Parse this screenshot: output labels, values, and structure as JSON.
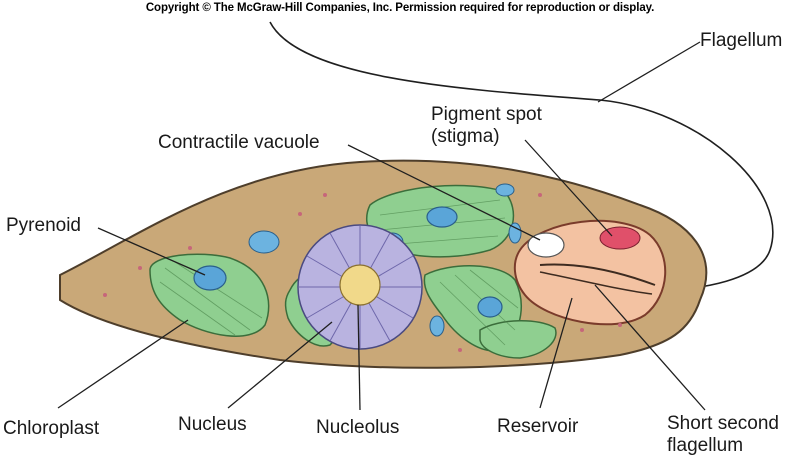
{
  "copyright": "Copyright © The McGraw-Hill Companies, Inc. Permission required for reproduction or display.",
  "labels": {
    "flagellum": "Flagellum",
    "pigment_spot_line1": "Pigment spot",
    "pigment_spot_line2": "(stigma)",
    "contractile_vacuole": "Contractile vacuole",
    "pyrenoid": "Pyrenoid",
    "chloroplast": "Chloroplast",
    "nucleus": "Nucleus",
    "nucleolus": "Nucleolus",
    "reservoir": "Reservoir",
    "short_second_line1": "Short second",
    "short_second_line2": "flagellum"
  },
  "colors": {
    "cell_body": "#c9a878",
    "cell_outline": "#5a4a35",
    "chloroplast": "#8fcf90",
    "pyrenoid": "#5aa5d8",
    "nucleus": "#b9b3e0",
    "nucleolus": "#f1d98a",
    "vacuole": "#6cb3e0",
    "stigma": "#e0506a",
    "reservoir": "#f3c2a2"
  }
}
